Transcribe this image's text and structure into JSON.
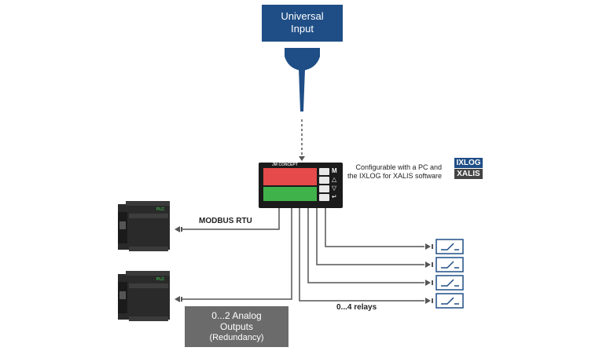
{
  "input_box": {
    "line1": "Universal",
    "line2": "Input",
    "color": "#1f4e86"
  },
  "device": {
    "brand": "JM CONCEPT",
    "keys": [
      "M",
      "△",
      "▽",
      "↵"
    ],
    "display_top_color": "#e64a4a",
    "display_bottom_color": "#3fb24a"
  },
  "config_text": {
    "line1": "Configurable with a PC and",
    "line2": "the IXLOG for XALIS software"
  },
  "logo": {
    "line1": "IXLOG",
    "line2": "XALIS"
  },
  "plc": {
    "label": "PLC"
  },
  "modbus_label": "MODBUS RTU",
  "analog_box": {
    "line1": "0...2 Analog",
    "line2": "Outputs",
    "line3": "(Redundancy)",
    "color": "#6b6b6b"
  },
  "relays_label": "0...4 relays",
  "colors": {
    "line": "#555555",
    "relay_blue": "#1f4e86"
  }
}
